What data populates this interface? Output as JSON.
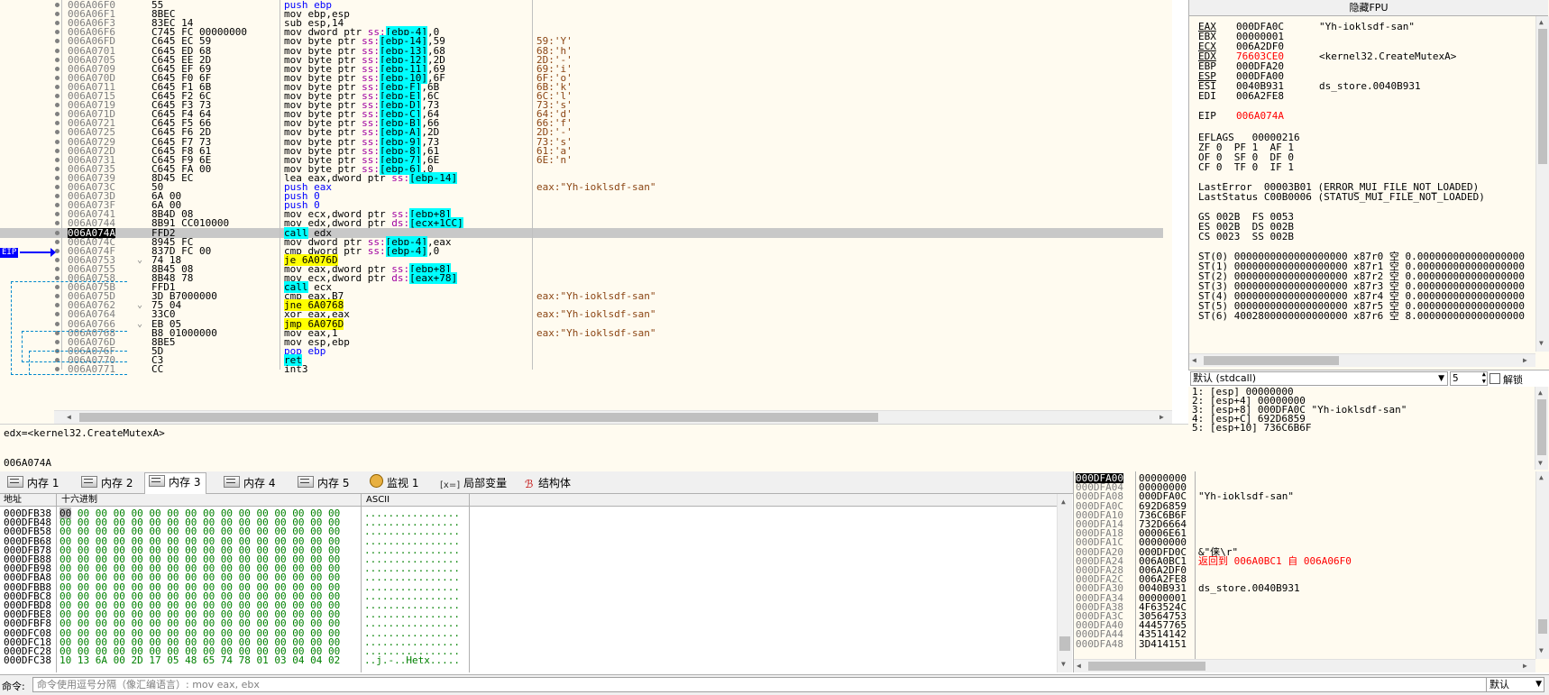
{
  "disasm": {
    "rows": [
      {
        "addr": "006A06F0",
        "bytes": "55",
        "asm": [
          {
            "t": "push ebp",
            "c": "kw-push"
          }
        ],
        "cmt": ""
      },
      {
        "addr": "006A06F1",
        "bytes": "8BEC",
        "asm": [
          {
            "t": "mov ebp,esp"
          }
        ],
        "cmt": ""
      },
      {
        "addr": "006A06F3",
        "bytes": "83EC 14",
        "asm": [
          {
            "t": "sub esp,14"
          }
        ],
        "cmt": ""
      },
      {
        "addr": "006A06F6",
        "bytes": "C745 FC 00000000",
        "asm": [
          {
            "t": "mov dword ptr "
          },
          {
            "t": "ss:",
            "c": "seg"
          },
          {
            "t": "[ebp-4]",
            "c": "brk"
          },
          {
            "t": ",0"
          }
        ],
        "cmt": ""
      },
      {
        "addr": "006A06FD",
        "bytes": "C645 EC 59",
        "asm": [
          {
            "t": "mov byte ptr "
          },
          {
            "t": "ss:",
            "c": "seg"
          },
          {
            "t": "[ebp-14]",
            "c": "brk"
          },
          {
            "t": ",59"
          }
        ],
        "cmt": "59:'Y'"
      },
      {
        "addr": "006A0701",
        "bytes": "C645 ED 68",
        "asm": [
          {
            "t": "mov byte ptr "
          },
          {
            "t": "ss:",
            "c": "seg"
          },
          {
            "t": "[ebp-13]",
            "c": "brk"
          },
          {
            "t": ",68"
          }
        ],
        "cmt": "68:'h'"
      },
      {
        "addr": "006A0705",
        "bytes": "C645 EE 2D",
        "asm": [
          {
            "t": "mov byte ptr "
          },
          {
            "t": "ss:",
            "c": "seg"
          },
          {
            "t": "[ebp-12]",
            "c": "brk"
          },
          {
            "t": ",2D"
          }
        ],
        "cmt": "2D:'-'"
      },
      {
        "addr": "006A0709",
        "bytes": "C645 EF 69",
        "asm": [
          {
            "t": "mov byte ptr "
          },
          {
            "t": "ss:",
            "c": "seg"
          },
          {
            "t": "[ebp-11]",
            "c": "brk"
          },
          {
            "t": ",69"
          }
        ],
        "cmt": "69:'i'"
      },
      {
        "addr": "006A070D",
        "bytes": "C645 F0 6F",
        "asm": [
          {
            "t": "mov byte ptr "
          },
          {
            "t": "ss:",
            "c": "seg"
          },
          {
            "t": "[ebp-10]",
            "c": "brk"
          },
          {
            "t": ",6F"
          }
        ],
        "cmt": "6F:'o'"
      },
      {
        "addr": "006A0711",
        "bytes": "C645 F1 6B",
        "asm": [
          {
            "t": "mov byte ptr "
          },
          {
            "t": "ss:",
            "c": "seg"
          },
          {
            "t": "[ebp-F]",
            "c": "brk"
          },
          {
            "t": ",6B"
          }
        ],
        "cmt": "6B:'k'"
      },
      {
        "addr": "006A0715",
        "bytes": "C645 F2 6C",
        "asm": [
          {
            "t": "mov byte ptr "
          },
          {
            "t": "ss:",
            "c": "seg"
          },
          {
            "t": "[ebp-E]",
            "c": "brk"
          },
          {
            "t": ",6C"
          }
        ],
        "cmt": "6C:'l'"
      },
      {
        "addr": "006A0719",
        "bytes": "C645 F3 73",
        "asm": [
          {
            "t": "mov byte ptr "
          },
          {
            "t": "ss:",
            "c": "seg"
          },
          {
            "t": "[ebp-D]",
            "c": "brk"
          },
          {
            "t": ",73"
          }
        ],
        "cmt": "73:'s'"
      },
      {
        "addr": "006A071D",
        "bytes": "C645 F4 64",
        "asm": [
          {
            "t": "mov byte ptr "
          },
          {
            "t": "ss:",
            "c": "seg"
          },
          {
            "t": "[ebp-C]",
            "c": "brk"
          },
          {
            "t": ",64"
          }
        ],
        "cmt": "64:'d'"
      },
      {
        "addr": "006A0721",
        "bytes": "C645 F5 66",
        "asm": [
          {
            "t": "mov byte ptr "
          },
          {
            "t": "ss:",
            "c": "seg"
          },
          {
            "t": "[ebp-B]",
            "c": "brk"
          },
          {
            "t": ",66"
          }
        ],
        "cmt": "66:'f'"
      },
      {
        "addr": "006A0725",
        "bytes": "C645 F6 2D",
        "asm": [
          {
            "t": "mov byte ptr "
          },
          {
            "t": "ss:",
            "c": "seg"
          },
          {
            "t": "[ebp-A]",
            "c": "brk"
          },
          {
            "t": ",2D"
          }
        ],
        "cmt": "2D:'-'"
      },
      {
        "addr": "006A0729",
        "bytes": "C645 F7 73",
        "asm": [
          {
            "t": "mov byte ptr "
          },
          {
            "t": "ss:",
            "c": "seg"
          },
          {
            "t": "[ebp-9]",
            "c": "brk"
          },
          {
            "t": ",73"
          }
        ],
        "cmt": "73:'s'"
      },
      {
        "addr": "006A072D",
        "bytes": "C645 F8 61",
        "asm": [
          {
            "t": "mov byte ptr "
          },
          {
            "t": "ss:",
            "c": "seg"
          },
          {
            "t": "[ebp-8]",
            "c": "brk"
          },
          {
            "t": ",61"
          }
        ],
        "cmt": "61:'a'"
      },
      {
        "addr": "006A0731",
        "bytes": "C645 F9 6E",
        "asm": [
          {
            "t": "mov byte ptr "
          },
          {
            "t": "ss:",
            "c": "seg"
          },
          {
            "t": "[ebp-7]",
            "c": "brk"
          },
          {
            "t": ",6E"
          }
        ],
        "cmt": "6E:'n'"
      },
      {
        "addr": "006A0735",
        "bytes": "C645 FA 00",
        "asm": [
          {
            "t": "mov byte ptr "
          },
          {
            "t": "ss:",
            "c": "seg"
          },
          {
            "t": "[ebp-6]",
            "c": "brk"
          },
          {
            "t": ",0"
          }
        ],
        "cmt": ""
      },
      {
        "addr": "006A0739",
        "bytes": "8D45 EC",
        "asm": [
          {
            "t": "lea eax,dword ptr "
          },
          {
            "t": "ss:",
            "c": "seg"
          },
          {
            "t": "[ebp-14]",
            "c": "brk"
          }
        ],
        "cmt": ""
      },
      {
        "addr": "006A073C",
        "bytes": "50",
        "asm": [
          {
            "t": "push eax",
            "c": "kw-push"
          }
        ],
        "cmt": "eax:\"Yh-ioklsdf-san\""
      },
      {
        "addr": "006A073D",
        "bytes": "6A 00",
        "asm": [
          {
            "t": "push 0",
            "c": "kw-push"
          }
        ],
        "cmt": ""
      },
      {
        "addr": "006A073F",
        "bytes": "6A 00",
        "asm": [
          {
            "t": "push 0",
            "c": "kw-push"
          }
        ],
        "cmt": ""
      },
      {
        "addr": "006A0741",
        "bytes": "8B4D 08",
        "asm": [
          {
            "t": "mov ecx,dword ptr "
          },
          {
            "t": "ss:",
            "c": "seg"
          },
          {
            "t": "[ebp+8]",
            "c": "brk"
          }
        ],
        "cmt": ""
      },
      {
        "addr": "006A0744",
        "bytes": "8B91 CC010000",
        "asm": [
          {
            "t": "mov edx,dword ptr "
          },
          {
            "t": "ds:",
            "c": "seg"
          },
          {
            "t": "[ecx+1CC]",
            "c": "brk"
          }
        ],
        "cmt": ""
      },
      {
        "addr": "006A074A",
        "bytes": "FFD2",
        "asm": [
          {
            "t": "call",
            "c": "kw-call"
          },
          {
            "t": " edx"
          }
        ],
        "cmt": "",
        "cur": true
      },
      {
        "addr": "006A074C",
        "bytes": "8945 FC",
        "asm": [
          {
            "t": "mov dword ptr "
          },
          {
            "t": "ss:",
            "c": "seg"
          },
          {
            "t": "[ebp-4]",
            "c": "brk"
          },
          {
            "t": ",eax"
          }
        ],
        "cmt": ""
      },
      {
        "addr": "006A074F",
        "bytes": "837D FC 00",
        "asm": [
          {
            "t": "cmp dword ptr "
          },
          {
            "t": "ss:",
            "c": "seg"
          },
          {
            "t": "[ebp-4]",
            "c": "brk"
          },
          {
            "t": ",0"
          }
        ],
        "cmt": ""
      },
      {
        "addr": "006A0753",
        "bytes": "74 18",
        "arrow": "v",
        "asm": [
          {
            "t": "je 6A076D",
            "c": "kw-jmp"
          }
        ],
        "cmt": ""
      },
      {
        "addr": "006A0755",
        "bytes": "8B45 08",
        "asm": [
          {
            "t": "mov eax,dword ptr "
          },
          {
            "t": "ss:",
            "c": "seg"
          },
          {
            "t": "[ebp+8]",
            "c": "brk"
          }
        ],
        "cmt": ""
      },
      {
        "addr": "006A0758",
        "bytes": "8B48 78",
        "asm": [
          {
            "t": "mov ecx,dword ptr "
          },
          {
            "t": "ds:",
            "c": "seg"
          },
          {
            "t": "[eax+78]",
            "c": "brk"
          }
        ],
        "cmt": ""
      },
      {
        "addr": "006A075B",
        "bytes": "FFD1",
        "asm": [
          {
            "t": "call",
            "c": "kw-call"
          },
          {
            "t": " ecx"
          }
        ],
        "cmt": ""
      },
      {
        "addr": "006A075D",
        "bytes": "3D B7000000",
        "asm": [
          {
            "t": "cmp eax,B7"
          }
        ],
        "cmt": "eax:\"Yh-ioklsdf-san\""
      },
      {
        "addr": "006A0762",
        "bytes": "75 04",
        "arrow": "v",
        "asm": [
          {
            "t": "jne 6A0768",
            "c": "kw-jmp"
          }
        ],
        "cmt": ""
      },
      {
        "addr": "006A0764",
        "bytes": "33C0",
        "asm": [
          {
            "t": "xor eax,eax"
          }
        ],
        "cmt": "eax:\"Yh-ioklsdf-san\""
      },
      {
        "addr": "006A0766",
        "bytes": "EB 05",
        "arrow": "v",
        "asm": [
          {
            "t": "jmp 6A076D",
            "c": "kw-jmp"
          }
        ],
        "cmt": ""
      },
      {
        "addr": "006A0768",
        "bytes": "B8 01000000",
        "asm": [
          {
            "t": "mov eax,1"
          }
        ],
        "cmt": "eax:\"Yh-ioklsdf-san\""
      },
      {
        "addr": "006A076D",
        "bytes": "8BE5",
        "asm": [
          {
            "t": "mov esp,ebp"
          }
        ],
        "cmt": ""
      },
      {
        "addr": "006A076F",
        "bytes": "5D",
        "asm": [
          {
            "t": "pop ebp",
            "c": "kw-push"
          }
        ],
        "cmt": ""
      },
      {
        "addr": "006A0770",
        "bytes": "C3",
        "asm": [
          {
            "t": "ret",
            "c": "kw-ret"
          }
        ],
        "cmt": ""
      },
      {
        "addr": "006A0771",
        "bytes": "CC",
        "asm": [
          {
            "t": "int3"
          }
        ],
        "cmt": ""
      }
    ],
    "eip_label": "EIP"
  },
  "info": {
    "line1": "edx=<kernel32.CreateMutexA>",
    "line2": "006A074A"
  },
  "registers": {
    "fpu_button": "隐藏FPU",
    "gp": [
      {
        "name": "EAX",
        "val": "000DFA0C",
        "cmt": "\"Yh-ioklsdf-san\"",
        "u": true
      },
      {
        "name": "EBX",
        "val": "00000001",
        "cmt": ""
      },
      {
        "name": "ECX",
        "val": "006A2DF0",
        "cmt": "",
        "u": true
      },
      {
        "name": "EDX",
        "val": "76603CE0",
        "cmt": "<kernel32.CreateMutexA>",
        "u": true,
        "red": true
      },
      {
        "name": "EBP",
        "val": "000DFA20",
        "cmt": ""
      },
      {
        "name": "ESP",
        "val": "000DFA00",
        "cmt": "",
        "u": true
      },
      {
        "name": "ESI",
        "val": "0040B931",
        "cmt": "ds_store.0040B931"
      },
      {
        "name": "EDI",
        "val": "006A2FE8",
        "cmt": ""
      }
    ],
    "eip": {
      "name": "EIP",
      "val": "006A074A"
    },
    "eflags": "EFLAGS   00000216",
    "flags": [
      "ZF 0  PF 1  AF 1",
      "OF 0  SF 0  DF 0",
      "CF 0  TF 0  IF 1"
    ],
    "last_error": "LastError  00003B01 (ERROR_MUI_FILE_NOT_LOADED)",
    "last_status": "LastStatus C00B0006 (STATUS_MUI_FILE_NOT_LOADED)",
    "segs": [
      "GS 002B  FS 0053",
      "ES 002B  DS 002B",
      "CS 0023  SS 002B"
    ],
    "st": [
      "ST(0) 0000000000000000000 x87r0 空 0.000000000000000000",
      "ST(1) 0000000000000000000 x87r1 空 0.000000000000000000",
      "ST(2) 0000000000000000000 x87r2 空 0.000000000000000000",
      "ST(3) 0000000000000000000 x87r3 空 0.000000000000000000",
      "ST(4) 0000000000000000000 x87r4 空 0.000000000000000000",
      "ST(5) 0000000000000000000 x87r5 空 0.000000000000000000",
      "ST(6) 4002800000000000000 x87r6 空 8.000000000000000000"
    ]
  },
  "callconv": {
    "selected": "默认 (stdcall)",
    "count": "5",
    "unlock_label": "解锁"
  },
  "args": [
    "1: [esp] 00000000",
    "2: [esp+4] 00000000",
    "3: [esp+8] 000DFA0C \"Yh-ioklsdf-san\"",
    "4: [esp+C] 692D6859",
    "5: [esp+10] 736C6B6F"
  ],
  "tabs": [
    {
      "label": "内存 1",
      "icon": "memory-icon"
    },
    {
      "label": "内存 2",
      "icon": "memory-icon"
    },
    {
      "label": "内存 3",
      "icon": "memory-icon",
      "active": true
    },
    {
      "label": "内存 4",
      "icon": "memory-icon"
    },
    {
      "label": "内存 5",
      "icon": "memory-icon"
    },
    {
      "label": "监视 1",
      "icon": "watch-icon"
    },
    {
      "label": "局部变量",
      "icon": "locals-icon",
      "glyph": "[x=]"
    },
    {
      "label": "结构体",
      "icon": "struct-icon",
      "glyph": "ℬ"
    }
  ],
  "dump": {
    "headers": {
      "addr": "地址",
      "hex": "十六进制",
      "ascii": "ASCII"
    },
    "rows": [
      {
        "addr": "000DFB38",
        "hex": "00 00 00 00 00 00 00 00 00 00 00 00 00 00 00 00",
        "ascii": "................"
      },
      {
        "addr": "000DFB48",
        "hex": "00 00 00 00 00 00 00 00 00 00 00 00 00 00 00 00",
        "ascii": "................"
      },
      {
        "addr": "000DFB58",
        "hex": "00 00 00 00 00 00 00 00 00 00 00 00 00 00 00 00",
        "ascii": "................"
      },
      {
        "addr": "000DFB68",
        "hex": "00 00 00 00 00 00 00 00 00 00 00 00 00 00 00 00",
        "ascii": "................"
      },
      {
        "addr": "000DFB78",
        "hex": "00 00 00 00 00 00 00 00 00 00 00 00 00 00 00 00",
        "ascii": "................"
      },
      {
        "addr": "000DFB88",
        "hex": "00 00 00 00 00 00 00 00 00 00 00 00 00 00 00 00",
        "ascii": "................"
      },
      {
        "addr": "000DFB98",
        "hex": "00 00 00 00 00 00 00 00 00 00 00 00 00 00 00 00",
        "ascii": "................"
      },
      {
        "addr": "000DFBA8",
        "hex": "00 00 00 00 00 00 00 00 00 00 00 00 00 00 00 00",
        "ascii": "................"
      },
      {
        "addr": "000DFBB8",
        "hex": "00 00 00 00 00 00 00 00 00 00 00 00 00 00 00 00",
        "ascii": "................"
      },
      {
        "addr": "000DFBC8",
        "hex": "00 00 00 00 00 00 00 00 00 00 00 00 00 00 00 00",
        "ascii": "................"
      },
      {
        "addr": "000DFBD8",
        "hex": "00 00 00 00 00 00 00 00 00 00 00 00 00 00 00 00",
        "ascii": "................"
      },
      {
        "addr": "000DFBE8",
        "hex": "00 00 00 00 00 00 00 00 00 00 00 00 00 00 00 00",
        "ascii": "................"
      },
      {
        "addr": "000DFBF8",
        "hex": "00 00 00 00 00 00 00 00 00 00 00 00 00 00 00 00",
        "ascii": "................"
      },
      {
        "addr": "000DFC08",
        "hex": "00 00 00 00 00 00 00 00 00 00 00 00 00 00 00 00",
        "ascii": "................"
      },
      {
        "addr": "000DFC18",
        "hex": "00 00 00 00 00 00 00 00 00 00 00 00 00 00 00 00",
        "ascii": "................"
      },
      {
        "addr": "000DFC28",
        "hex": "00 00 00 00 00 00 00 00 00 00 00 00 00 00 00 00",
        "ascii": "................"
      },
      {
        "addr": "000DFC38",
        "hex": "10 13 6A 00 2D 17 05 48 65 74 78 01 03 04 04 02",
        "ascii": "..j.-..Hetx....."
      }
    ]
  },
  "stack": {
    "rows": [
      {
        "addr": "000DFA00",
        "val": "00000000",
        "cmt": "",
        "cur": true
      },
      {
        "addr": "000DFA04",
        "val": "00000000",
        "cmt": ""
      },
      {
        "addr": "000DFA08",
        "val": "000DFA0C",
        "cmt": "\"Yh-ioklsdf-san\""
      },
      {
        "addr": "000DFA0C",
        "val": "692D6859",
        "cmt": ""
      },
      {
        "addr": "000DFA10",
        "val": "736C6B6F",
        "cmt": ""
      },
      {
        "addr": "000DFA14",
        "val": "732D6664",
        "cmt": ""
      },
      {
        "addr": "000DFA18",
        "val": "00006E61",
        "cmt": ""
      },
      {
        "addr": "000DFA1C",
        "val": "00000000",
        "cmt": ""
      },
      {
        "addr": "000DFA20",
        "val": "000DFD0C",
        "cmt": "&\"俫\\r\""
      },
      {
        "addr": "000DFA24",
        "val": "006A0BC1",
        "cmt": "返回到 006A0BC1 自 006A06F0",
        "ret": true
      },
      {
        "addr": "000DFA28",
        "val": "006A2DF0",
        "cmt": ""
      },
      {
        "addr": "000DFA2C",
        "val": "006A2FE8",
        "cmt": ""
      },
      {
        "addr": "000DFA30",
        "val": "0040B931",
        "cmt": "ds_store.0040B931"
      },
      {
        "addr": "000DFA34",
        "val": "00000001",
        "cmt": ""
      },
      {
        "addr": "000DFA38",
        "val": "4F63524C",
        "cmt": ""
      },
      {
        "addr": "000DFA3C",
        "val": "30564753",
        "cmt": ""
      },
      {
        "addr": "000DFA40",
        "val": "44457765",
        "cmt": ""
      },
      {
        "addr": "000DFA44",
        "val": "43514142",
        "cmt": ""
      },
      {
        "addr": "000DFA48",
        "val": "3D414151",
        "cmt": ""
      }
    ]
  },
  "command": {
    "label": "命令:",
    "placeholder": "命令使用逗号分隔（像汇编语言）: mov eax, ebx",
    "mode": "默认"
  }
}
